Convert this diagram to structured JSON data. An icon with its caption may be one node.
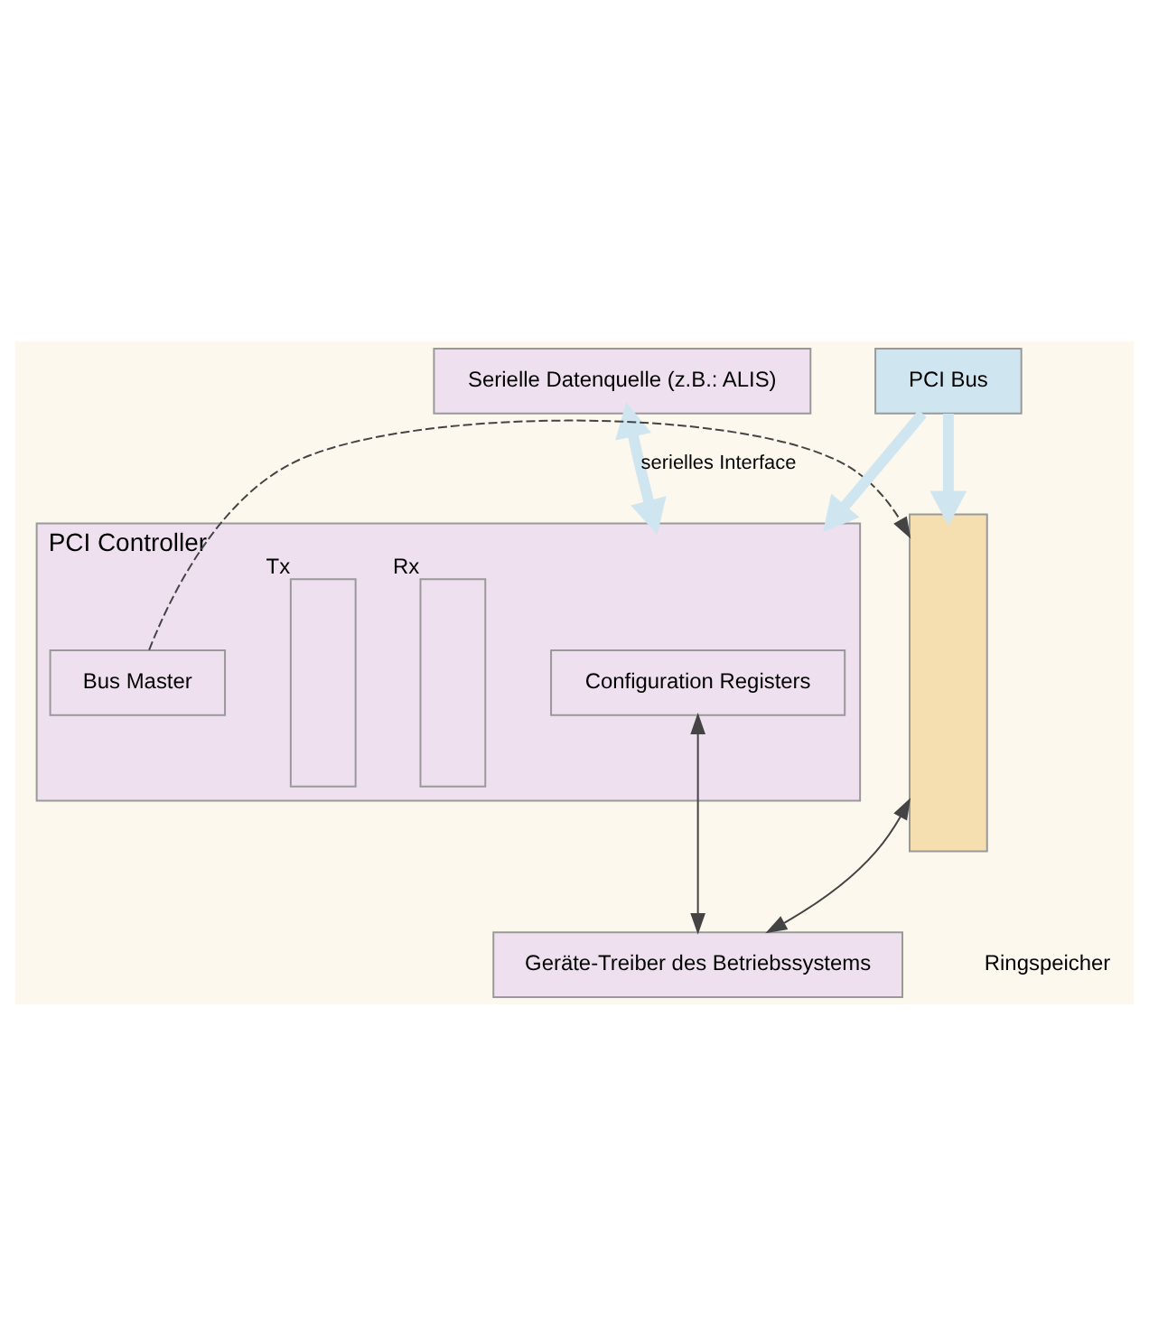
{
  "diagram": {
    "nodes": [
      {
        "text": [],
        "shape": "bar"
      },
      {
        "text": [
          "Serielle Datenquelle (z.B.: ALIS)"
        ]
      },
      {
        "text": [
          "PCI Controller"
        ]
      },
      {
        "text": [
          "Configuration Registers"
        ],
        "in": 2
      },
      {
        "text": [],
        "shape": "box",
        "in": 2,
        "beside": [
          "Rx"
        ]
      },
      {
        "text": [],
        "shape": "box",
        "in": 2,
        "beside": [
          "Tx"
        ]
      },
      {
        "text": [
          "Bus Master"
        ],
        "in": 2
      },
      {
        "text": [
          "PCI Bus"
        ]
      },
      {
        "text": [
          "Geräte-Treiber des Betriebssystems"
        ]
      }
    ],
    "edges": [
      {
        "from": 1,
        "to": 2,
        "arrow": "both",
        "label": "serielles Interface",
        "style": "thick",
        "color": "#cfe6f0"
      },
      {
        "from": 7,
        "to": 0,
        "arrow": "to",
        "style": "thick",
        "color": "#cfe6f0"
      },
      {
        "from": 7,
        "to": 2,
        "arrow": "to",
        "style": "thick",
        "color": "#cfe6f0"
      },
      {
        "from": 8,
        "to": 0,
        "arrow": "both",
        "color": "#444444"
      },
      {
        "from": 8,
        "to": 3,
        "arrow": "both",
        "color": "#444444"
      },
      {
        "from": 6,
        "to": 0,
        "arrow": "to",
        "style": "dashed",
        "color": "#444444"
      }
    ],
    "labels": [
      "Ringspeicher"
    ]
  }
}
